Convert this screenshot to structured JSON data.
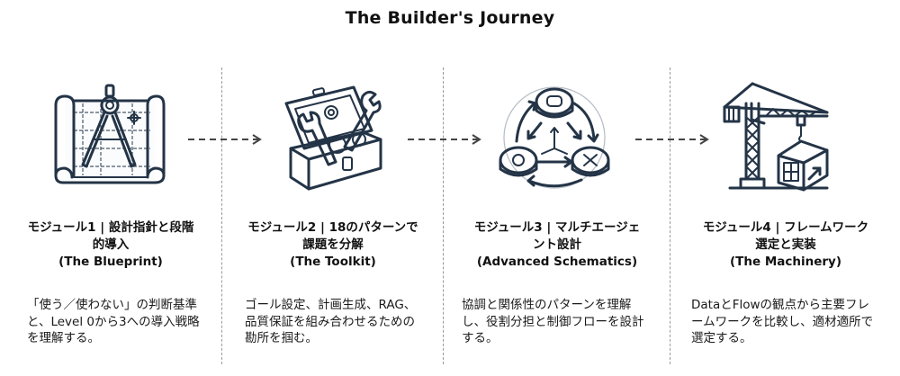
{
  "title": "The Builder's Journey",
  "modules": [
    {
      "icon": "blueprint-compass-icon",
      "heading_line1": "モジュール1 | 設計指針と段階",
      "heading_line2": "的導入",
      "subtitle": "(The Blueprint)",
      "description": "「使う／使わない」の判断基準と、Level 0から3への導入戦略を理解する。"
    },
    {
      "icon": "toolbox-icon",
      "heading_line1": "モジュール2 | 18のパターンで",
      "heading_line2": "課題を分解",
      "subtitle": "(The Toolkit)",
      "description": "ゴール設定、計画生成、RAG、品質保証を組み合わせるための勘所を掴む。"
    },
    {
      "icon": "multi-agent-network-icon",
      "heading_line1": "モジュール3 | マルチエージェ",
      "heading_line2": "ント設計",
      "subtitle": "(Advanced Schematics)",
      "description": "協調と関係性のパターンを理解し、役割分担と制御フローを設計する。"
    },
    {
      "icon": "crane-icon",
      "heading_line1": "モジュール4 | フレームワーク",
      "heading_line2": "選定と実装",
      "subtitle": "(The Machinery)",
      "description": "DataとFlowの観点から主要フレームワークを比較し、適材適所で選定する。"
    }
  ],
  "colors": {
    "ink": "#243447",
    "separator": "#9a9a9a",
    "text": "#111111"
  }
}
